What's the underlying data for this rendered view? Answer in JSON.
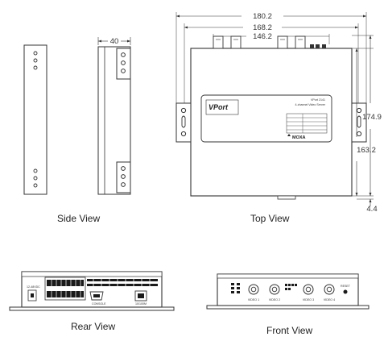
{
  "views": {
    "side": "Side View",
    "top": "Top View",
    "rear": "Rear View",
    "front": "Front View"
  },
  "dimensions": {
    "side_width": "40",
    "top_overall": "180.2",
    "top_body": "168.2",
    "top_connectors": "146.2",
    "top_depth": "174.9",
    "top_body_depth": "163.2",
    "foot_height": "4.4"
  },
  "label_plate": {
    "brand": "VPort",
    "model": "VPort 2141",
    "subtitle": "4-channel Video Server",
    "logo": "MOXA"
  },
  "front_ports": {
    "video1": "VIDEO 1",
    "video2": "VIDEO 2",
    "video3": "VIDEO 3",
    "video4": "VIDEO 4",
    "reset": "RESET"
  },
  "rear_ports": {
    "power": "12-48VDC",
    "console": "CONSOLE",
    "lan": "10/100M"
  },
  "colors": {
    "line": "#333333",
    "body": "#ffffff",
    "dark": "#1a1a1a"
  }
}
